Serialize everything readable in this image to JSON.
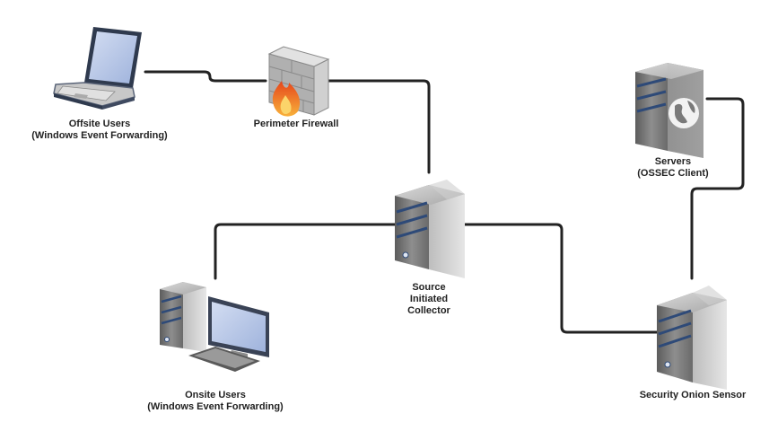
{
  "nodes": {
    "offsite_users": {
      "line1": "Offsite Users",
      "line2": "(Windows Event Forwarding)",
      "icon": "laptop-icon"
    },
    "perimeter_firewall": {
      "line1": "Perimeter Firewall",
      "icon": "firewall-icon"
    },
    "servers": {
      "line1": "Servers",
      "line2": "(OSSEC Client)",
      "icon": "server-globe-icon"
    },
    "collector": {
      "line1": "Source",
      "line2": "Initiated",
      "line3": "Collector",
      "icon": "server-icon"
    },
    "onsite_users": {
      "line1": "Onsite Users",
      "line2": "(Windows Event Forwarding)",
      "icon": "desktop-computer-icon"
    },
    "security_onion": {
      "line1": "Security Onion Sensor",
      "icon": "server-icon"
    }
  },
  "colors": {
    "connector": "#222222",
    "server_body": "#6e6e6e",
    "server_stripe": "#2e4a78",
    "screen": "#b9c9ea",
    "flame": "#f07a1a"
  }
}
